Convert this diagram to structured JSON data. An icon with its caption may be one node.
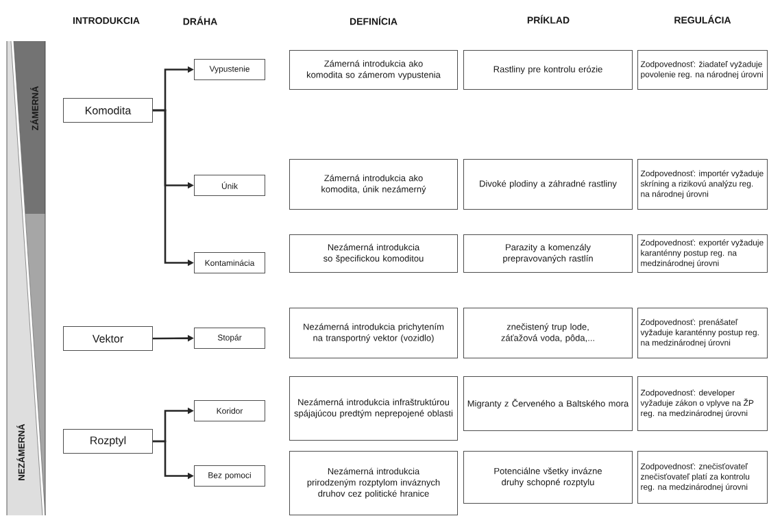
{
  "diagram": {
    "nodes": [
      {
        "text": [
          "Komodita"
        ]
      },
      {
        "text": [
          "Vektor"
        ]
      },
      {
        "text": [
          "Rozptyl"
        ]
      },
      {
        "text": [
          "Vypustenie"
        ]
      },
      {
        "text": [
          "Únik"
        ]
      },
      {
        "text": [
          "Kontaminácia"
        ]
      },
      {
        "text": [
          "Stopár"
        ]
      },
      {
        "text": [
          "Koridor"
        ]
      },
      {
        "text": [
          "Bez pomoci"
        ]
      },
      {
        "text": [
          "Zámerná introdukcia ako komodita so zámerom vypustenia"
        ]
      },
      {
        "text": [
          "Zámerná introdukcia ako komodita, únik nezámerný"
        ]
      },
      {
        "text": [
          "Nezámerná introdukcia so špecifickou komoditou"
        ]
      },
      {
        "text": [
          "Nezámerná introdukcia prichytením na transportný vektor (vozidlo)"
        ]
      },
      {
        "text": [
          "Nezámerná introdukcia infraštruktúrou spájajúcou predtým neprepojené oblasti"
        ]
      },
      {
        "text": [
          "Nezámerná introdukcia prirodzeným rozptylom inváznych druhov cez politické hranice"
        ]
      },
      {
        "text": [
          "Rastliny pre kontrolu erózie"
        ]
      },
      {
        "text": [
          "Divoké plodiny a záhradné rastliny"
        ]
      },
      {
        "text": [
          "Parazity a komenzály prepravovaných rastlín"
        ]
      },
      {
        "text": [
          "znečistený trup lode, záťažová voda, pôda,..."
        ]
      },
      {
        "text": [
          "Migranty z Červeného a Baltského mora"
        ]
      },
      {
        "text": [
          "Potenciálne všetky invázne druhy schopné rozptylu"
        ]
      },
      {
        "text": [
          "Zodpovednosť: žiadateľ vyžaduje povolenie reg. na národnej úrovni"
        ]
      },
      {
        "text": [
          "Zodpovednosť: importér vyžaduje skríning a rizikovú analýzu reg. na národnej úrovni"
        ]
      },
      {
        "text": [
          "Zodpovednosť: exportér vyžaduje karanténny postup reg. na medzinárodnej úrovni"
        ]
      },
      {
        "text": [
          "Zodpovednosť: prenášateľ vyžaduje karanténny postup reg. na medzinárodnej úrovni"
        ]
      },
      {
        "text": [
          "Zodpovednosť: developer vyžaduje zákon o vplyve na ŽP reg. na medzinárodnej úrovni"
        ]
      },
      {
        "text": [
          "Zodpovednosť: znečisťovateľ znečisťovateľ platí za kontrolu reg. na medzinárodnej úrovni"
        ]
      }
    ],
    "edges": [
      {
        "from": 0,
        "to": 3,
        "arrow": "to"
      },
      {
        "from": 0,
        "to": 4,
        "arrow": "to"
      },
      {
        "from": 0,
        "to": 5,
        "arrow": "to"
      },
      {
        "from": 1,
        "to": 6,
        "arrow": "to"
      },
      {
        "from": 2,
        "to": 7,
        "arrow": "to"
      },
      {
        "from": 2,
        "to": 8,
        "arrow": "to"
      }
    ],
    "labels": [
      "INTRODUKCIA",
      "DRÁHA",
      "DEFINÍCIA",
      "PRÍKLAD",
      "REGULÁCIA",
      "ZÁMERNÁ",
      "NEZÁMERNÁ"
    ]
  }
}
